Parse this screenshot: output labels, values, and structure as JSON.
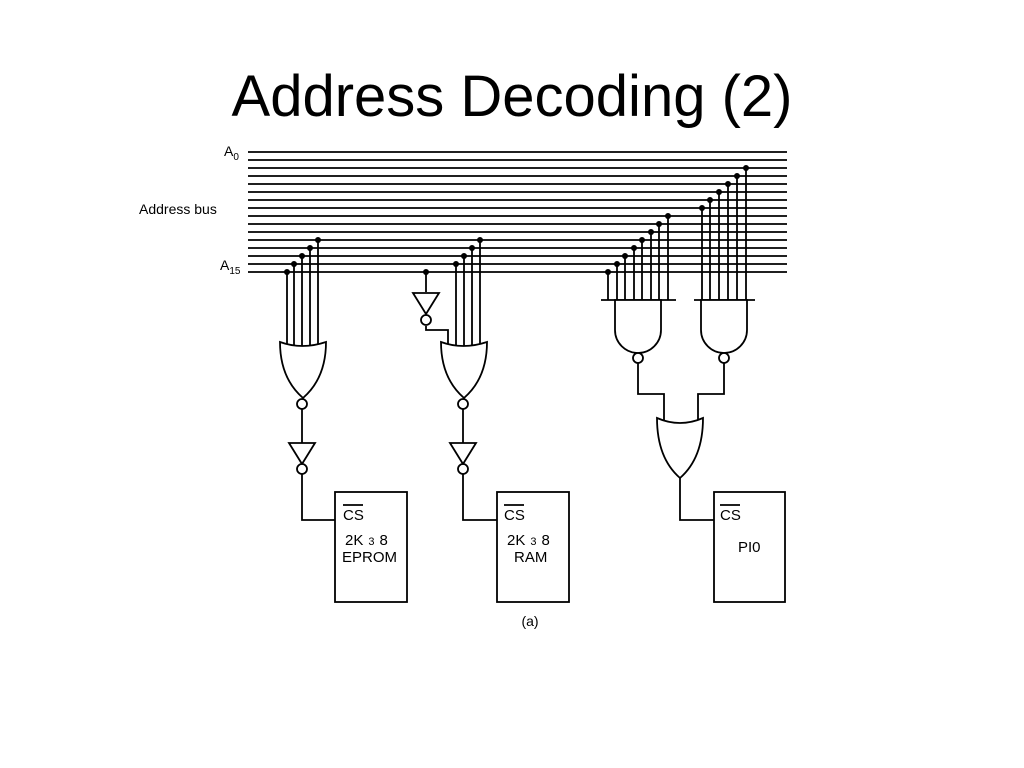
{
  "title": "Address Decoding (2)",
  "diagram": {
    "bus_label": "Address bus",
    "a0": {
      "base": "A",
      "sub": "0"
    },
    "a15": {
      "base": "A",
      "sub": "15"
    },
    "chip_select": "CS",
    "eprom": {
      "line1": "2K",
      "times": "3",
      "line1b": "8",
      "line2": "EPROM"
    },
    "ram": {
      "line1": "2K",
      "times": "3",
      "line1b": "8",
      "line2": "RAM"
    },
    "pio": {
      "line1": "PI0"
    },
    "caption": "(a)"
  }
}
